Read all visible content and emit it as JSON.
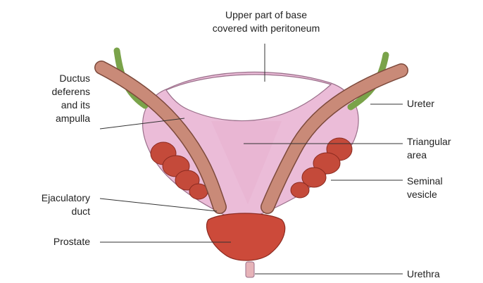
{
  "colors": {
    "bladder": "#ebbcd8",
    "bladder_edge": "#9a6f8a",
    "peritoneum": "#ffffff",
    "ductus": "#c98a78",
    "ductus_edge": "#7d4a3c",
    "ureter": "#7aa34a",
    "vesicle": "#c44a3a",
    "prostate": "#cc4a3a",
    "urethra": "#e6b3b8",
    "leader": "#333333"
  },
  "labels": {
    "peritoneum": "Upper part of base\ncovered with peritoneum",
    "ductus": "Ductus\ndeferens\nand its\nampulla",
    "ureter": "Ureter",
    "triangular": "Triangular\narea",
    "seminal": "Seminal\nvesicle",
    "ejaculatory": "Ejaculatory\nduct",
    "prostate": "Prostate",
    "urethra": "Urethra"
  }
}
